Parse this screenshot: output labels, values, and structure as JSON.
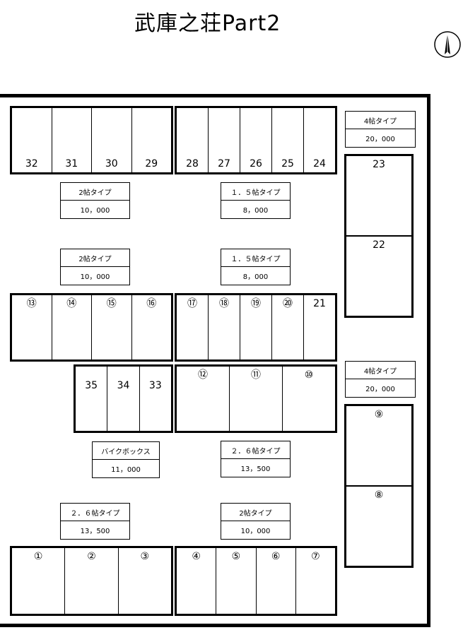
{
  "title": "武庫之荘Part2",
  "units": {
    "u32": "32",
    "u31": "31",
    "u30": "30",
    "u29": "29",
    "u28": "28",
    "u27": "27",
    "u26": "26",
    "u25": "25",
    "u24": "24",
    "u23": "23",
    "u22": "22",
    "u13": "⑬",
    "u14": "⑭",
    "u15": "⑮",
    "u16": "⑯",
    "u17": "⑰",
    "u18": "⑱",
    "u19": "⑲",
    "u20": "⑳",
    "u21": "21",
    "u35": "35",
    "u34": "34",
    "u33": "33",
    "u12": "⑫",
    "u11": "⑪",
    "u10": "⑩",
    "u9": "⑨",
    "u8": "⑧",
    "u1": "①",
    "u2": "②",
    "u3": "③",
    "u4": "④",
    "u5": "⑤",
    "u6": "⑥",
    "u7": "⑦"
  },
  "tags": {
    "t4a": {
      "type": "4帖タイプ",
      "price": "20，000"
    },
    "t2a": {
      "type": "2帖タイプ",
      "price": "10，000"
    },
    "t15a": {
      "type": "１．５帖タイプ",
      "price": "8，000"
    },
    "t2b": {
      "type": "2帖タイプ",
      "price": "10，000"
    },
    "t15b": {
      "type": "１．５帖タイプ",
      "price": "8，000"
    },
    "t4b": {
      "type": "4帖タイプ",
      "price": "20，000"
    },
    "tbike": {
      "type": "バイクボックス",
      "price": "11，000"
    },
    "t26a": {
      "type": "２．６帖タイプ",
      "price": "13，500"
    },
    "t26b": {
      "type": "２．６帖タイプ",
      "price": "13，500"
    },
    "t2c": {
      "type": "2帖タイプ",
      "price": "10，000"
    }
  }
}
